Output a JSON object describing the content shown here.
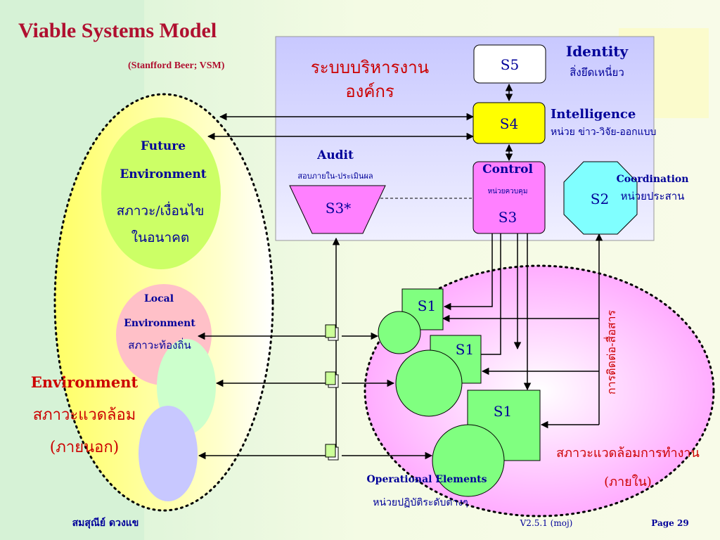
{
  "title": "Viable Systems Model",
  "subtitle": "(Stanfford Beer; VSM)",
  "management": {
    "line1": "ระบบบริหารงาน",
    "line2": "องค์กร"
  },
  "s5": {
    "label": "S5",
    "name": "Identity",
    "thai": "สิ่งยึดเหนี่ยว"
  },
  "s4": {
    "label": "S4",
    "name": "Intelligence",
    "thai": "หน่วย ข่าว-วิจัย-ออกแบบ"
  },
  "s3": {
    "label": "S3",
    "name": "Control",
    "thai": "หน่วยควบคุม"
  },
  "s3star": {
    "label": "S3*",
    "name": "Audit",
    "thai": "สอบภายใน-ประเมินผล"
  },
  "s2": {
    "label": "S2",
    "name": "Coordination",
    "thai": "หน่วยประสาน"
  },
  "s1": {
    "label": "S1"
  },
  "future_env": {
    "line1": "Future",
    "line2": "Environment",
    "thai1": "สภาวะ/เงื่อนไข",
    "thai2": "ในอนาคต"
  },
  "local_env": {
    "line1": "Local",
    "line2": "Environment",
    "thai": "สภาวะท้องถิ่น"
  },
  "environment": {
    "name": "Environment",
    "thai1": "สภาวะแวดล้อม",
    "thai2": "(ภายนอก)"
  },
  "comm_label": "การติดต่อ-สื่อสาร",
  "internal_env": {
    "line1": "สภาวะแวดล้อมการทำงาน",
    "line2": "(ภายใน)"
  },
  "operational": {
    "name": "Operational Elements",
    "thai": "หน่วยปฏิบัติระดับต่างๆ"
  },
  "footer": {
    "author": "สมสุณีย์  ดวงแข",
    "version": "V2.5.1 (moj)",
    "page": "Page 29"
  },
  "colors": {
    "title": "#b01030",
    "blue_text": "#000099",
    "red_text": "#cc0000",
    "s4_fill": "#ffff00",
    "s3_fill": "#ff80ff",
    "s2_fill": "#80ffff",
    "s1_fill": "#80ff80",
    "future_fill": "#ccff66",
    "local_fill": "#ffc0c8"
  }
}
